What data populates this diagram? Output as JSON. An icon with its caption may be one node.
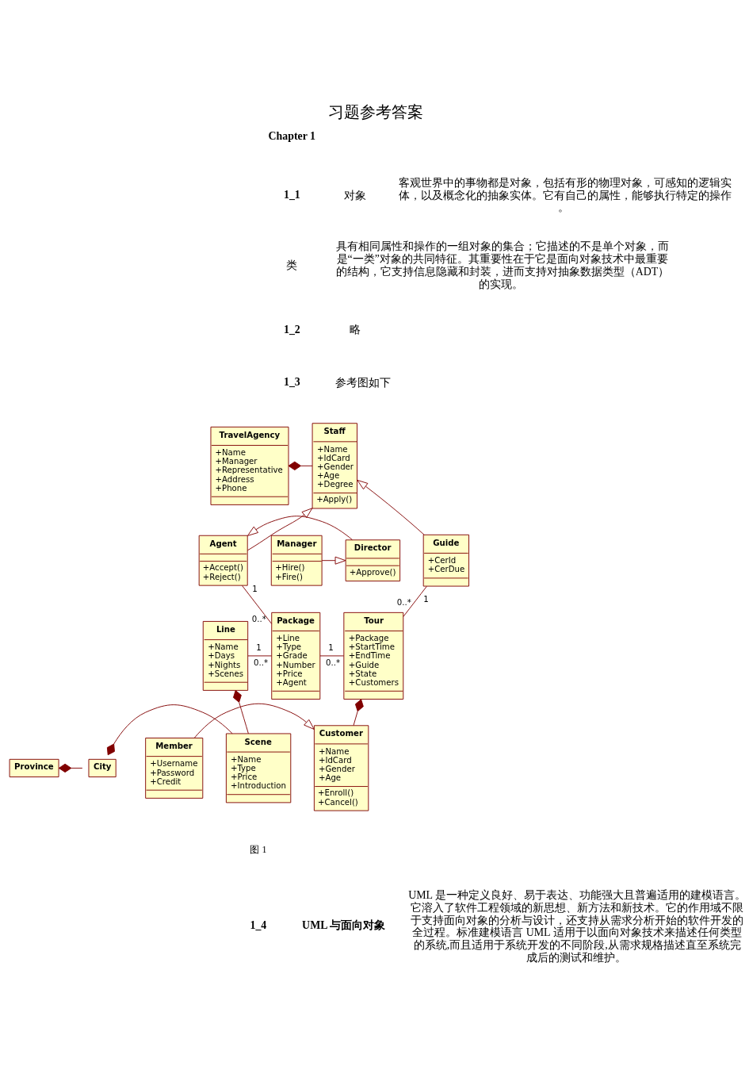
{
  "diagram": {
    "title": "习题参考答案",
    "caption": "图 1",
    "nodes": [
      {
        "text": [
          "TravelAgency",
          "+Name",
          "+Manager",
          "+Representative",
          "+Address",
          "+Phone"
        ]
      },
      {
        "text": [
          "Staff",
          "+Name",
          "+IdCard",
          "+Gender",
          "+Age",
          "+Degree",
          "+Apply()"
        ]
      },
      {
        "text": [
          "Manager",
          "+Hire()",
          "+Fire()"
        ]
      },
      {
        "text": [
          "Director",
          "+Approve()"
        ]
      },
      {
        "text": [
          "Agent",
          "+Accept()",
          "+Reject()"
        ]
      },
      {
        "text": [
          "Guide",
          "+CerId",
          "+CerDue"
        ]
      },
      {
        "text": [
          "Line",
          "+Name",
          "+Days",
          "+Nights",
          "+Scenes"
        ]
      },
      {
        "text": [
          "Package",
          "+Line",
          "+Type",
          "+Grade",
          "+Number",
          "+Price",
          "+Agent"
        ]
      },
      {
        "text": [
          "Tour",
          "+Package",
          "+StartTime",
          "+EndTime",
          "+Guide",
          "+State",
          "+Customers"
        ]
      },
      {
        "text": [
          "Scene",
          "+Name",
          "+Type",
          "+Price",
          "+Introduction"
        ]
      },
      {
        "text": [
          "Province"
        ]
      },
      {
        "text": [
          "City"
        ]
      },
      {
        "text": [
          "Member",
          "+Username",
          "+Password",
          "+Credit"
        ]
      },
      {
        "text": [
          "Customer",
          "+Name",
          "+IdCard",
          "+Gender",
          "+Age",
          "+Enroll()",
          "+Cancel()"
        ]
      }
    ],
    "edges": [
      {
        "from": 0,
        "to": 1,
        "arrow": "other"
      },
      {
        "from": 4,
        "to": 1,
        "arrow": "to"
      },
      {
        "from": 5,
        "to": 1,
        "arrow": "to"
      },
      {
        "from": 2,
        "to": 3,
        "arrow": "to"
      },
      {
        "from": 3,
        "to": 4,
        "arrow": "to"
      },
      {
        "from": 4,
        "to": 7,
        "arrow": "none"
      },
      {
        "from": 5,
        "to": 8,
        "arrow": "none"
      },
      {
        "from": 6,
        "to": 7,
        "arrow": "none"
      },
      {
        "from": 7,
        "to": 8,
        "arrow": "none"
      },
      {
        "from": 6,
        "to": 9,
        "arrow": "other"
      },
      {
        "from": 10,
        "to": 11,
        "arrow": "other"
      },
      {
        "from": 11,
        "to": 9,
        "arrow": "other"
      },
      {
        "from": 8,
        "to": 13,
        "arrow": "other"
      },
      {
        "from": 12,
        "to": 13,
        "arrow": "to"
      }
    ],
    "labels": [
      "Chapter 1",
      "1_1",
      "对象",
      "客观世界中的事物都是对象，包括有形的物理对象，可感知的逻辑实体，以及概念化的抽象实体。它有自己的属性，能够执行特定的操作。",
      "类",
      "具有相同属性和操作的一组对象的集合；它描述的不是单个对象，而是“一类”对象的共同特征。其重要性在于它是面向对象技术中最重要的结构，它支持信息隐藏和封装，进而支持对抽象数据类型（ADT）的实现。",
      "1_2",
      "略",
      "1_3",
      "参考图如下",
      "1",
      "0..*",
      "1",
      "0..*",
      "1",
      "0..*",
      "1",
      "0..*",
      "1_4",
      "UML 与面向对象",
      "UML 是一种定义良好、易于表达、功能强大且普遍适用的建模语言。它溶入了软件工程领域的新思想、新方法和新技术。它的作用域不限于支持面向对象的分析与设计，还支持从需求分析开始的软件开发的全过程。标准建模语言 UML 适用于以面向对象技术来描述任何类型的系统,而且适用于系统开发的不同阶段,从需求规格描述直至系统完成后的测试和维护。"
    ]
  }
}
